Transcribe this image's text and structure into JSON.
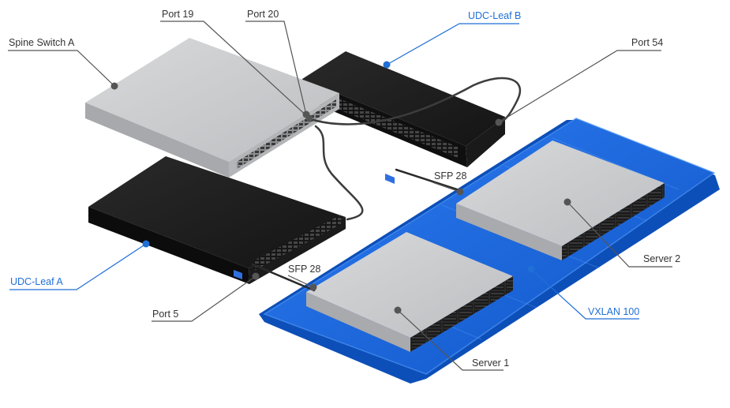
{
  "colors": {
    "accent_blue": "#1f6fd6",
    "callout_gray": "#555555",
    "label_gray": "#333333",
    "platform_blue": "#1560d8",
    "switch_dark": "#1e1e1e",
    "switch_light": "#c9cacc",
    "server_light": "#c4c5c7"
  },
  "labels": {
    "port19": "Port 19",
    "port20": "Port 20",
    "udc_leaf_b": "UDC-Leaf B",
    "spine_switch_a": "Spine Switch A",
    "port54": "Port 54",
    "sfp28_top": "SFP 28",
    "server2": "Server 2",
    "sfp28_bottom": "SFP 28",
    "udc_leaf_a": "UDC-Leaf A",
    "vxlan100": "VXLAN 100",
    "port5": "Port 5",
    "server1": "Server 1"
  }
}
